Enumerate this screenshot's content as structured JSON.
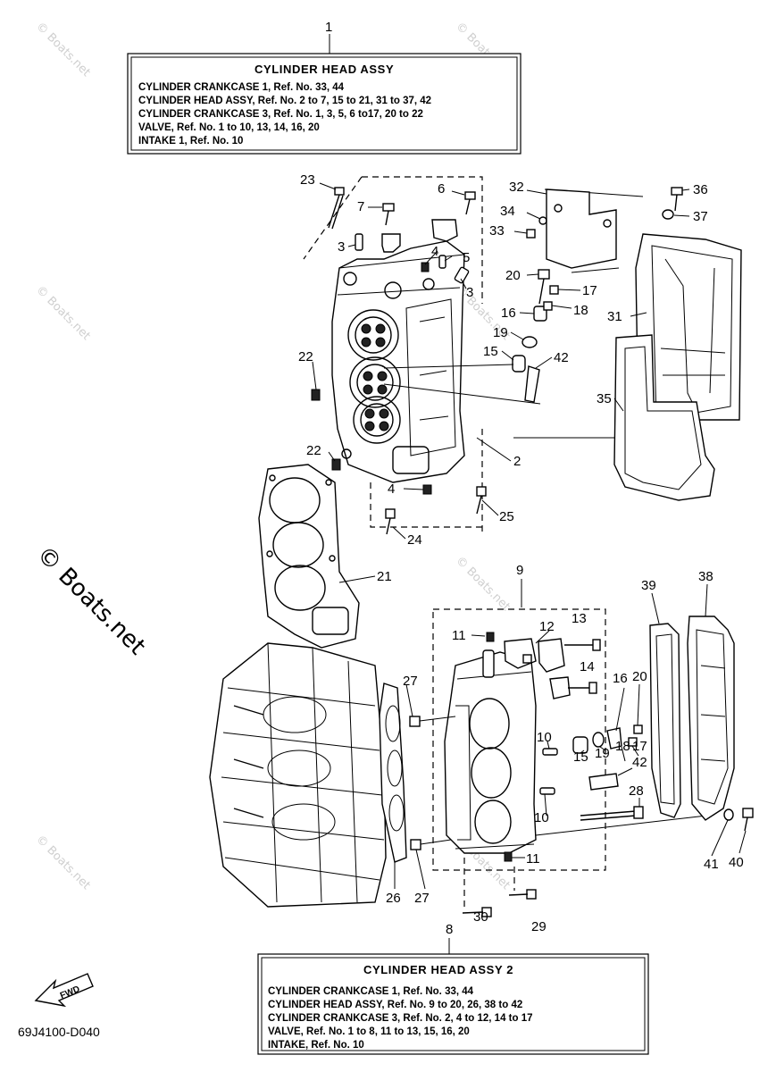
{
  "watermarks": {
    "small": "© Boats.net",
    "large": "© Boats.net"
  },
  "box1": {
    "ref": "1",
    "title": "CYLINDER HEAD ASSY",
    "lines": [
      "CYLINDER CRANKCASE 1, Ref. No. 33, 44",
      "CYLINDER HEAD ASSY, Ref. No. 2 to 7, 15 to 21, 31 to 37, 42",
      "CYLINDER CRANKCASE 3, Ref. No. 1, 3, 5,  6 to17, 20 to 22",
      "VALVE, Ref. No. 1 to 10, 13, 14, 16, 20",
      "INTAKE 1, Ref. No. 10"
    ]
  },
  "box2": {
    "ref": "8",
    "title": "CYLINDER  HEAD  ASSY 2",
    "lines": [
      "CYLINDER CRANKCASE 1, Ref. No. 33, 44",
      "CYLINDER HEAD ASSY, Ref. No. 9 to 20, 26, 38 to 42",
      "CYLINDER CRANKCASE 3, Ref. No. 2, 4 to 12, 14 to 17",
      "VALVE, Ref. No. 1 to 8, 11 to 13, 15, 16, 20",
      "INTAKE, Ref. No. 10"
    ]
  },
  "callouts": [
    "23",
    "6",
    "7",
    "3",
    "4",
    "5",
    "3",
    "22",
    "22",
    "4",
    "24",
    "25",
    "2",
    "32",
    "34",
    "33",
    "36",
    "37",
    "20",
    "17",
    "16",
    "18",
    "19",
    "15",
    "42",
    "31",
    "35",
    "21",
    "9",
    "11",
    "12",
    "13",
    "14",
    "27",
    "10",
    "16",
    "20",
    "15",
    "19",
    "18",
    "17",
    "42",
    "10",
    "28",
    "39",
    "38",
    "41",
    "40",
    "11",
    "26",
    "27",
    "30",
    "29"
  ],
  "fwd_label": "FWD",
  "diagram_code": "69J4100-D040"
}
